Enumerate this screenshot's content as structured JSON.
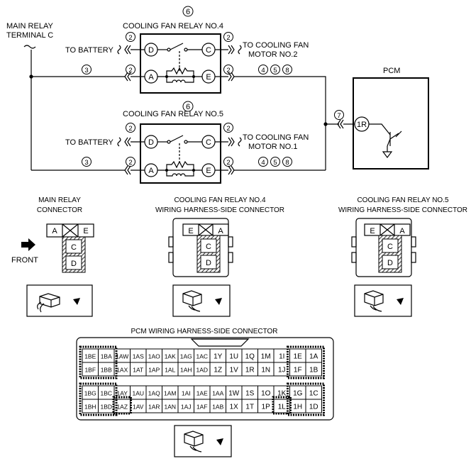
{
  "schematic": {
    "main_relay_label_1": "MAIN RELAY",
    "main_relay_label_2": "TERMINAL C",
    "relay4": {
      "num": "6",
      "title": "COOLING FAN RELAY NO.4",
      "to_battery": "TO BATTERY",
      "to_motor_1": "TO COOLING FAN",
      "to_motor_2": "MOTOR NO.2",
      "pins": [
        "D",
        "C",
        "A",
        "E"
      ],
      "circles": [
        "2",
        "2",
        "2",
        "2"
      ],
      "wire_left": "3",
      "wire_right": [
        "4",
        "5",
        "8"
      ]
    },
    "relay5": {
      "num": "6",
      "title": "COOLING FAN RELAY NO.5",
      "to_battery": "TO BATTERY",
      "to_motor_1": "TO COOLING FAN",
      "to_motor_2": "MOTOR NO.1",
      "pins": [
        "D",
        "C",
        "A",
        "E"
      ],
      "circles": [
        "2",
        "2",
        "2",
        "2"
      ],
      "wire_left": "3",
      "wire_right": [
        "4",
        "5",
        "8"
      ]
    },
    "pcm": {
      "title": "PCM",
      "pin": "1R",
      "circle": "7"
    }
  },
  "connectors": {
    "main_relay": {
      "title_1": "MAIN RELAY",
      "title_2": "CONNECTOR",
      "front": "FRONT",
      "top": [
        "A",
        "E"
      ],
      "stack": [
        "C",
        "D"
      ]
    },
    "relay4": {
      "title_1": "COOLING FAN RELAY NO.4",
      "title_2": "WIRING HARNESS-SIDE CONNECTOR",
      "top": [
        "E",
        "A"
      ],
      "stack": [
        "C",
        "D"
      ]
    },
    "relay5": {
      "title_1": "COOLING FAN RELAY NO.5",
      "title_2": "WIRING HARNESS-SIDE CONNECTOR",
      "top": [
        "E",
        "A"
      ],
      "stack": [
        "C",
        "D"
      ]
    }
  },
  "pcm_connector": {
    "title": "PCM WIRING HARNESS-SIDE CONNECTOR",
    "rows": [
      [
        "1BE",
        "1BA",
        "1AW",
        "1AS",
        "1AO",
        "1AK",
        "1AG",
        "1AC",
        "1Y",
        "1U",
        "1Q",
        "1M",
        "1I",
        "1E",
        "1A"
      ],
      [
        "1BF",
        "1BB",
        "1AX",
        "1AT",
        "1AP",
        "1AL",
        "1AH",
        "1AD",
        "1Z",
        "1V",
        "1R",
        "1N",
        "1J",
        "1F",
        "1B"
      ],
      [
        "1BG",
        "1BC",
        "1AY",
        "1AU",
        "1AQ",
        "1AM",
        "1AI",
        "1AE",
        "1AA",
        "1W",
        "1S",
        "1O",
        "1K",
        "1G",
        "1C"
      ],
      [
        "1BH",
        "1BD",
        "1AZ",
        "1AV",
        "1AR",
        "1AN",
        "1AJ",
        "1AF",
        "1AB",
        "1X",
        "1T",
        "1P",
        "1L",
        "1H",
        "1D"
      ]
    ]
  }
}
